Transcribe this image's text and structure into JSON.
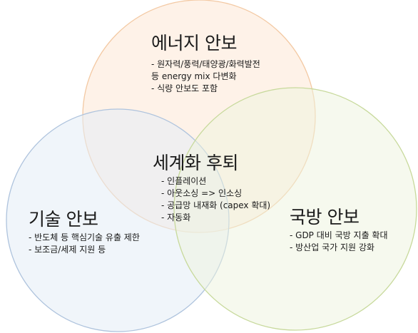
{
  "colors": {
    "energy_fill": "#fdeee0",
    "energy_stroke": "#f3c9a3",
    "tech_fill": "#e4ecf6",
    "tech_stroke": "#aec3dd",
    "defense_fill": "#edf3de",
    "defense_stroke": "#c7d99b"
  },
  "energy": {
    "title": "에너지 안보",
    "bullets": [
      "- 원자력/풍력/태양광/화력발전",
      "등 energy mix 다변화",
      "- 식량 안보도 포함"
    ]
  },
  "deglobalization": {
    "title": "세계화 후퇴",
    "bullets": [
      "- 인플레이션",
      "- 아웃소싱 => 인소싱",
      "- 공급망 내재화 (capex 확대)",
      "- 자동화"
    ]
  },
  "tech": {
    "title": "기술 안보",
    "bullets": [
      "- 반도체 등 핵심기술 유출 제한",
      "- 보조금/세제 지원 등"
    ]
  },
  "defense": {
    "title": "국방 안보",
    "bullets": [
      "- GDP 대비 국방 지출 확대",
      "- 방산업 국가 지원 강화"
    ]
  }
}
